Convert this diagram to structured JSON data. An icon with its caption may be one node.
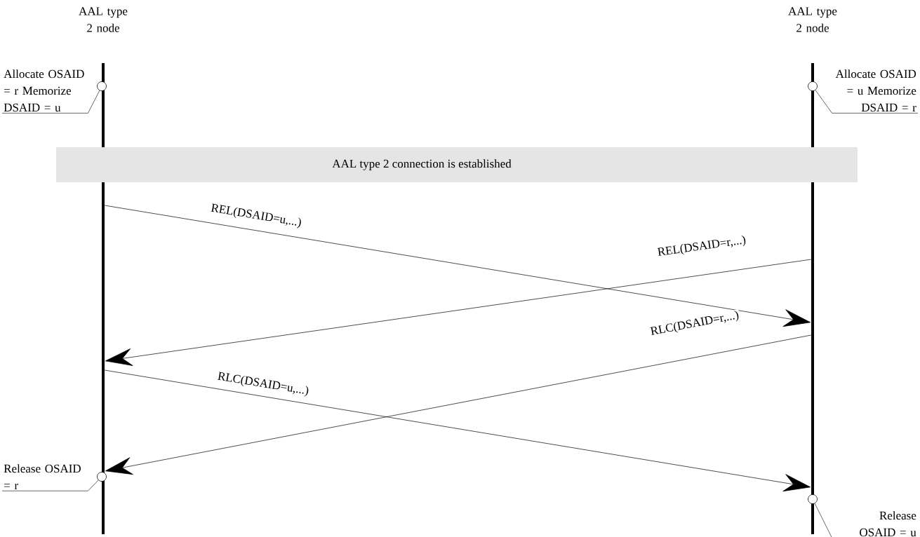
{
  "diagram": {
    "nodes": [
      {
        "text": [
          "AAL type 2 node"
        ]
      },
      {
        "text": [
          "AAL type 2 node"
        ]
      },
      {
        "text": [],
        "shape": "bar"
      },
      {
        "text": [],
        "shape": "bar"
      },
      {
        "text": [
          "AAL type 2 connection is established"
        ]
      },
      {
        "text": [
          "Allocate OSAID = r Memorize DSAID = u"
        ]
      },
      {
        "text": [],
        "shape": "circle"
      },
      {
        "text": [
          "Allocate OSAID = u Memorize DSAID = r"
        ]
      },
      {
        "text": [],
        "shape": "circle"
      },
      {
        "text": [
          "Release OSAID = r"
        ]
      },
      {
        "text": [],
        "shape": "circle"
      },
      {
        "text": [],
        "shape": "circle"
      },
      {
        "text": [
          "Release OSAID = u"
        ]
      }
    ],
    "edges": [
      {
        "from": 2,
        "to": 3,
        "arrow": "to",
        "label": "REL(DSAID=u,...)"
      },
      {
        "from": 3,
        "to": 2,
        "arrow": "to",
        "label": "REL(DSAID=r,...)"
      },
      {
        "from": 3,
        "to": 2,
        "arrow": "to",
        "label": "RLC(DSAID=r,...)"
      },
      {
        "from": 2,
        "to": 3,
        "arrow": "to",
        "label": "RLC(DSAID=u,...)"
      },
      {
        "from": 5,
        "to": 6,
        "arrow": "none"
      },
      {
        "from": 7,
        "to": 8,
        "arrow": "none"
      },
      {
        "from": 9,
        "to": 10,
        "arrow": "none"
      },
      {
        "from": 12,
        "to": 11,
        "arrow": "none"
      }
    ]
  }
}
